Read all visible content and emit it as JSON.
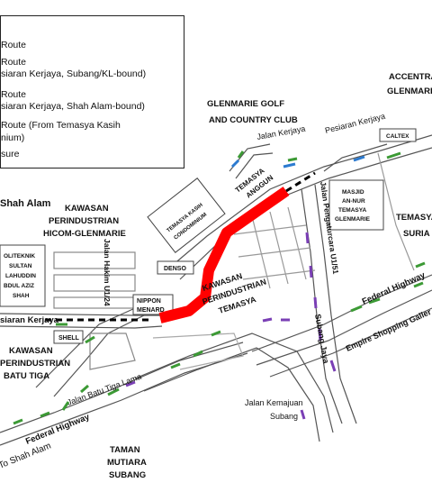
{
  "legend": {
    "items": [
      "Route",
      "Route",
      "siaran Kerjaya, Subang/KL-bound)",
      "Route",
      "siaran Kerjaya, Shah Alam-bound)",
      "Route (From Temasya Kasih",
      "nium)",
      "sure"
    ]
  },
  "labels": {
    "glenmarie_golf": [
      "GLENMARIE GOLF",
      "AND COUNTRY CLUB"
    ],
    "accentra": [
      "ACCENTRA",
      "GLENMARIE"
    ],
    "jalan_kerjaya": "Jalan Kerjaya",
    "pesiaran_kerjaya_top": "Pesiaran Kerjaya",
    "caltex": "CALTEX",
    "shah_alam": "Shah Alam",
    "temasya_kasih": [
      "TEMASYA KASIH",
      "CONDOMINIUM"
    ],
    "temasya_anggun": [
      "TEMASYA",
      "ANGGUN"
    ],
    "masjid": [
      "MASJID",
      "AN-NUR",
      "TEMASYA",
      "GLENMARIE"
    ],
    "temasya_suria": [
      "TEMASYA",
      "SURIA"
    ],
    "kawasan_hicom": [
      "KAWASAN",
      "PERINDUSTRIAN",
      "HICOM-GLENMARIE"
    ],
    "politeknik": [
      "OLITEKNIK",
      "SULTAN",
      "LAHUDDIN",
      "BDUL AZIZ",
      "SHAH"
    ],
    "jalan_hakim": "Jalan Hakim U1/24",
    "denso": "DENSO",
    "nippon": [
      "NIPPON",
      "MENARD"
    ],
    "kawasan_temasya": [
      "KAWASAN",
      "PERINDUSTRIAN",
      "TEMASYA"
    ],
    "jalan_pengaturcara": "Jalan Pengaturcara U1/51",
    "federal_highway_right": "Federal Highway",
    "empire": "Empire Shopping Galler",
    "pesiaran_kerjaya_left": "siaran Kerjaya",
    "shell": "SHELL",
    "kawasan_batu_tiga": [
      "KAWASAN",
      "PERINDUSTRIAN",
      "BATU TIGA"
    ],
    "subang_jaya": "Subang Jaya",
    "jalan_batu_tiga_lama": "Jalan Batu Tiga Lama",
    "jalan_kemajuan": [
      "Jalan Kemajuan",
      "Subang"
    ],
    "federal_highway_left": "Federal Highway",
    "to_shah_alam": "To Shah Alam",
    "taman_mutiara": [
      "TAMAN",
      "MUTIARA",
      "SUBANG"
    ]
  },
  "colors": {
    "closure_red": "#ff0000",
    "route_green": "#3c9a35",
    "route_blue": "#2c7bd0",
    "route_purple": "#7a3fb5",
    "road_gray": "#9a9a9a"
  }
}
